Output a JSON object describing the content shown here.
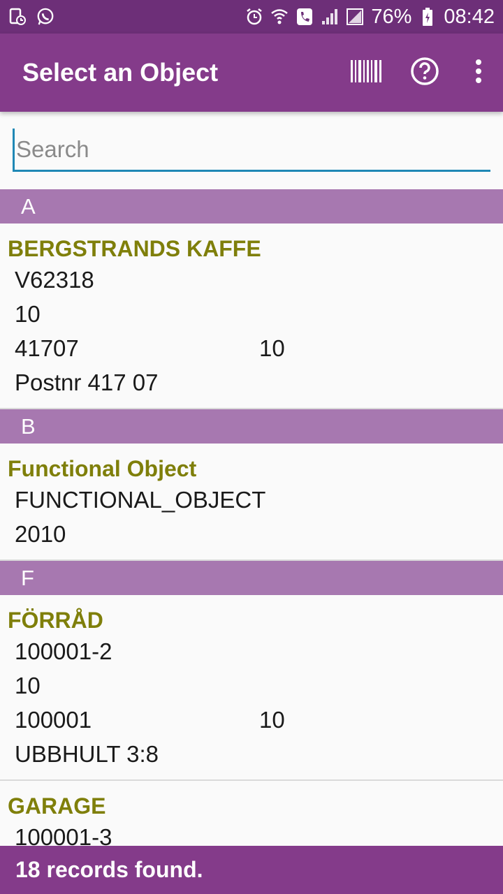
{
  "status_bar": {
    "battery": "76%",
    "time": "08:42"
  },
  "app_bar": {
    "title": "Select an Object"
  },
  "search": {
    "placeholder": "Search",
    "value": ""
  },
  "sections": [
    {
      "letter": "A",
      "items": [
        {
          "name": "BERGSTRANDS KAFFE",
          "lines": [
            [
              "V62318"
            ],
            [
              "10"
            ],
            [
              "41707",
              "10"
            ],
            [
              "Postnr 417 07"
            ]
          ]
        }
      ]
    },
    {
      "letter": "B",
      "items": [
        {
          "name": "Functional Object",
          "lines": [
            [
              "FUNCTIONAL_OBJECT"
            ],
            [
              "2010"
            ]
          ]
        }
      ]
    },
    {
      "letter": "F",
      "items": [
        {
          "name": "FÖRRÅD",
          "lines": [
            [
              "100001-2"
            ],
            [
              "10"
            ],
            [
              "100001",
              "10"
            ],
            [
              "UBBHULT 3:8"
            ]
          ]
        },
        {
          "name": "GARAGE",
          "lines": [
            [
              "100001-3"
            ]
          ]
        }
      ]
    }
  ],
  "footer": {
    "text": "18 records found."
  }
}
